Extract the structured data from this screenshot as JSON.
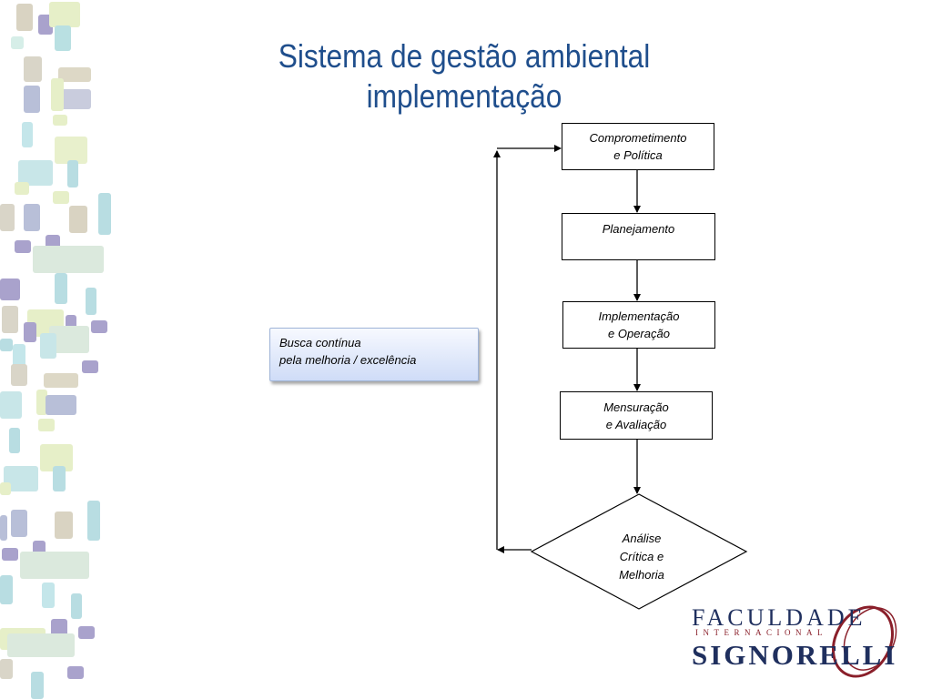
{
  "slide": {
    "title_line1": "Sistema de gestão ambiental",
    "title_line2": "implementação"
  },
  "flow": {
    "steps": [
      "Comprometimento\ne Política",
      "Planejamento",
      "Implementação\ne Operação",
      "Mensuração\ne Avaliação"
    ],
    "decision": "Análise\nCrítica e\nMelhoria",
    "note": "Busca contínua\npela melhoria / excelência"
  },
  "logo": {
    "line1": "FACULDADE",
    "line2": "INTERNACIONAL",
    "line3": "SIGNORELLI"
  },
  "colors": {
    "title": "#1f4e8c",
    "logo_navy": "#1f2f5e",
    "logo_red": "#8a1f2a"
  }
}
